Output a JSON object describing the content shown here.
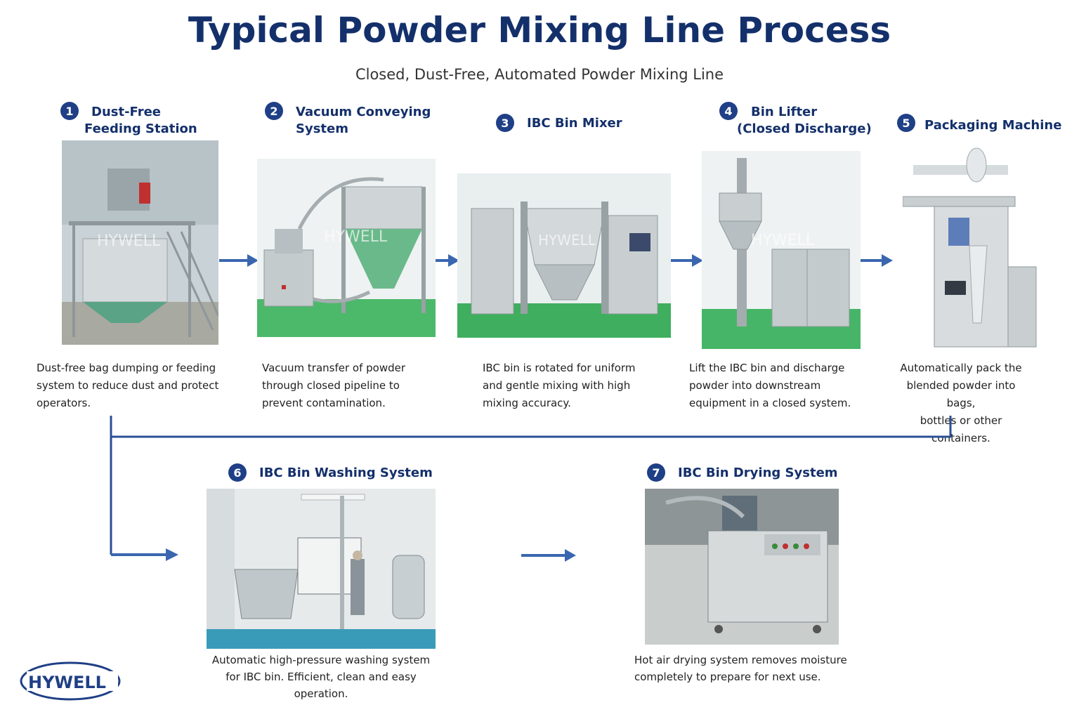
{
  "header": {
    "title": "Typical Powder Mixing Line Process",
    "subtitle": "Closed, Dust-Free, Automated Powder Mixing Line"
  },
  "steps": [
    {
      "number": "1",
      "title_line1": "Dust-Free",
      "title_line2": "Feeding Station",
      "desc_line1": "Dust-free bag dumping or feeding",
      "desc_line2": "system to reduce dust and protect",
      "desc_line3": "operators."
    },
    {
      "number": "2",
      "title_line1": "Vacuum Conveying",
      "title_line2": "System",
      "desc_line1": "Vacuum transfer of powder",
      "desc_line2": "through closed pipeline to",
      "desc_line3": "prevent contamination."
    },
    {
      "number": "3",
      "title_line1": "IBC Bin Mixer",
      "title_line2": "",
      "desc_line1": "IBC bin is rotated for uniform",
      "desc_line2": "and gentle mixing with high",
      "desc_line3": "mixing accuracy."
    },
    {
      "number": "4",
      "title_line1": "Bin Lifter",
      "title_line2": "(Closed Discharge)",
      "desc_line1": "Lift the IBC bin and discharge",
      "desc_line2": "powder into downstream",
      "desc_line3": "equipment in a closed system."
    },
    {
      "number": "5",
      "title_line1": "Packaging Machine",
      "title_line2": "",
      "desc_line1": "Automatically pack the",
      "desc_line2": "blended powder into bags,",
      "desc_line3": "bottles or other containers."
    },
    {
      "number": "6",
      "title_line1": "IBC Bin Washing System",
      "title_line2": "",
      "desc_line1": "Automatic high-pressure washing system",
      "desc_line2": "for IBC bin. Efficient, clean and easy operation.",
      "desc_line3": ""
    },
    {
      "number": "7",
      "title_line1": "IBC Bin Drying System",
      "title_line2": "",
      "desc_line1": "Hot air drying system removes moisture",
      "desc_line2": "completely to prepare for next use.",
      "desc_line3": ""
    }
  ],
  "watermark": "HYWELL",
  "logo": {
    "text": "HYWELL"
  },
  "colors": {
    "title": "#14306b",
    "badge": "#1f3f86",
    "arrow": "#3a66b0",
    "connector": "#2a4f96"
  }
}
